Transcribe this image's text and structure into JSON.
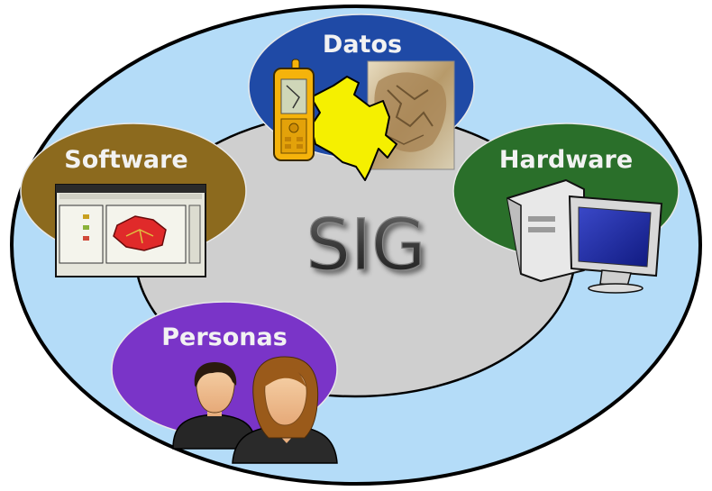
{
  "center": {
    "label": "SIG"
  },
  "components": [
    {
      "label": "Datos",
      "color": "#1f4aa6"
    },
    {
      "label": "Software",
      "color": "#8c6a1e"
    },
    {
      "label": "Hardware",
      "color": "#2a6f2a"
    },
    {
      "label": "Personas",
      "color": "#7a34c8"
    }
  ],
  "colors": {
    "outer_fill": "#b4dcf8",
    "inner_fill": "#cfcfcf",
    "stroke": "#000000"
  }
}
